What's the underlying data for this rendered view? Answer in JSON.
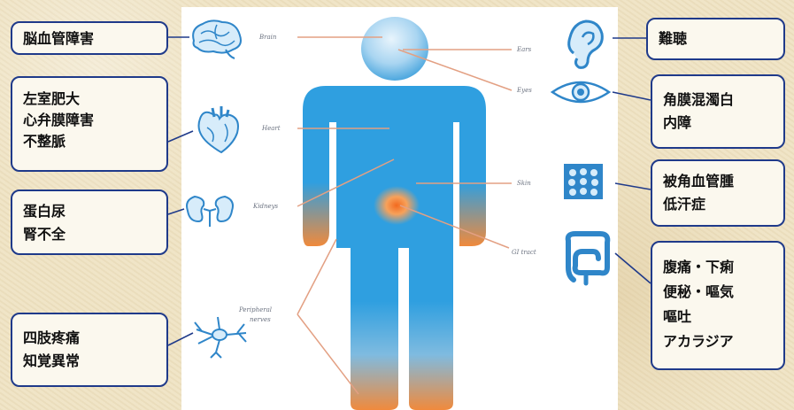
{
  "organ_labels": {
    "brain": "Brain",
    "heart": "Heart",
    "kidneys": "Kidneys",
    "peripheral_nerves_line1": "Peripheral",
    "peripheral_nerves_line2": "nerves",
    "ears": "Ears",
    "eyes": "Eyes",
    "skin": "Skin",
    "gi_tract": "GI tract"
  },
  "callouts": {
    "brain": [
      "脳血管障害"
    ],
    "heart": [
      "左室肥大",
      "心弁膜障害",
      "不整脈"
    ],
    "kidneys": [
      "蛋白尿",
      "腎不全"
    ],
    "nerves": [
      "四肢疼痛",
      "知覚異常"
    ],
    "ears": [
      "難聴"
    ],
    "eyes": [
      "角膜混濁白",
      "内障"
    ],
    "skin": [
      "被角血管腫",
      "低汗症"
    ],
    "gi": [
      "腹痛・下痢",
      "便秘・嘔気",
      "嘔吐",
      "アカラジア"
    ]
  },
  "colors": {
    "body_blue": "#2f9fe0",
    "body_orange": "#f08a3c",
    "icon_blue": "#2f86c9",
    "callout_border": "#1f3a8a",
    "leader_line": "#e3a083"
  },
  "icons": [
    "brain-icon",
    "heart-icon",
    "kidney-icon",
    "neuron-icon",
    "ear-icon",
    "eye-icon",
    "skin-icon",
    "intestine-icon"
  ]
}
